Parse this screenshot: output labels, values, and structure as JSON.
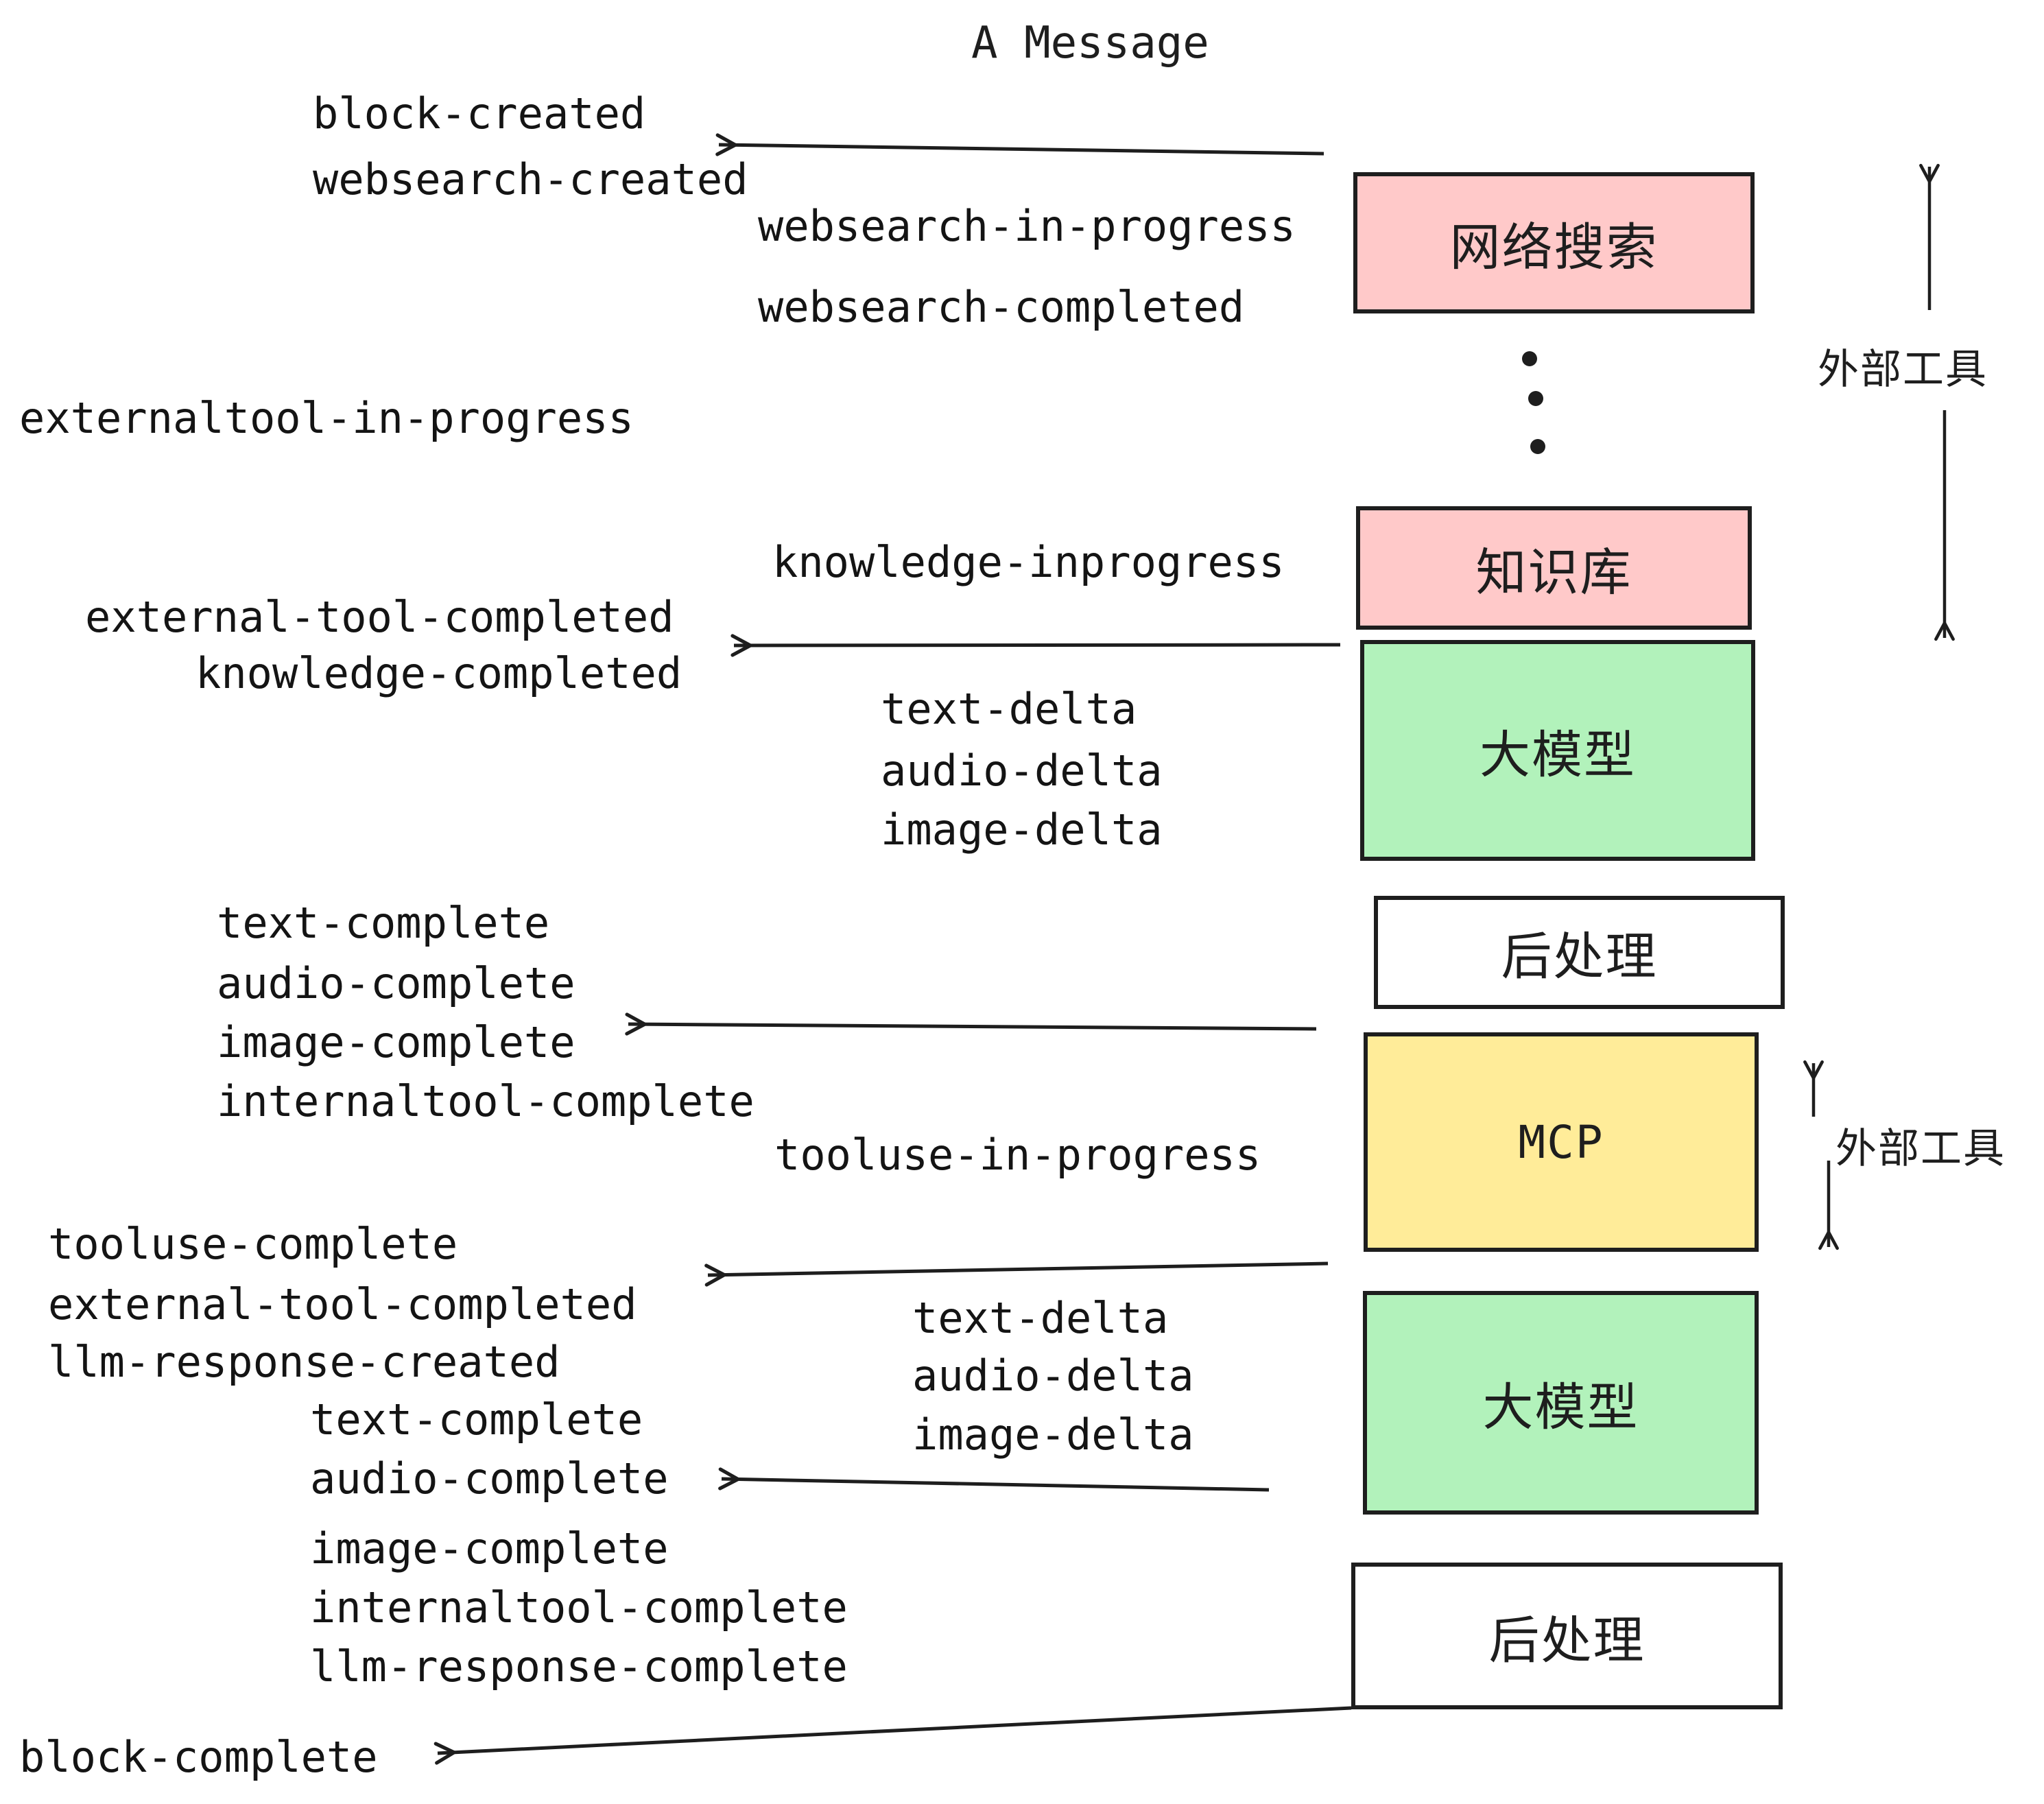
{
  "title": "A Message",
  "colors": {
    "box_pink": "#ffc9c9",
    "box_green": "#b2f2bb",
    "box_yellow": "#ffec99",
    "box_white": "#ffffff",
    "ink": "#1e1e1e"
  },
  "boxes": [
    {
      "id": "websearch",
      "label": "网络搜索",
      "color": "#ffc9c9"
    },
    {
      "id": "knowledge-base",
      "label": "知识库",
      "color": "#ffc9c9"
    },
    {
      "id": "llm-top",
      "label": "大模型",
      "color": "#b2f2bb"
    },
    {
      "id": "postprocess-top",
      "label": "后处理",
      "color": "#ffffff"
    },
    {
      "id": "mcp",
      "label": "MCP",
      "color": "#ffec99"
    },
    {
      "id": "llm-bottom",
      "label": "大模型",
      "color": "#b2f2bb"
    },
    {
      "id": "postprocess-bottom",
      "label": "后处理",
      "color": "#ffffff"
    }
  ],
  "events": [
    {
      "label": "block-created"
    },
    {
      "label": "websearch-created"
    },
    {
      "label": "websearch-in-progress"
    },
    {
      "label": "websearch-completed"
    },
    {
      "label": "externaltool-in-progress"
    },
    {
      "label": "knowledge-inprogress"
    },
    {
      "label": "external-tool-completed"
    },
    {
      "label": "knowledge-completed"
    },
    {
      "label": "text-delta"
    },
    {
      "label": "audio-delta"
    },
    {
      "label": "image-delta"
    },
    {
      "label": "text-complete"
    },
    {
      "label": "audio-complete"
    },
    {
      "label": "image-complete"
    },
    {
      "label": "internaltool-complete"
    },
    {
      "label": "tooluse-in-progress"
    },
    {
      "label": "tooluse-complete"
    },
    {
      "label": "external-tool-completed"
    },
    {
      "label": "llm-response-created"
    },
    {
      "label": "text-complete"
    },
    {
      "label": "text-delta"
    },
    {
      "label": "audio-delta"
    },
    {
      "label": "image-delta"
    },
    {
      "label": "audio-complete"
    },
    {
      "label": "image-complete"
    },
    {
      "label": "internaltool-complete"
    },
    {
      "label": "llm-response-complete"
    },
    {
      "label": "block-complete"
    }
  ],
  "annotations": {
    "external_tools_top": "外部工具",
    "external_tools_mcp": "外部工具"
  },
  "arrows": [
    {
      "from": "websearch-box",
      "to": "block-created / websearch-created",
      "direction": "left"
    },
    {
      "from": "knowledge-box / llm-top boundary",
      "to": "knowledge-completed",
      "direction": "left"
    },
    {
      "from": "postprocess-top / mcp boundary",
      "to": "image-complete",
      "direction": "left"
    },
    {
      "from": "mcp-box bottom",
      "to": "external-tool-completed",
      "direction": "left"
    },
    {
      "from": "llm-bottom box bottom",
      "to": "audio-complete",
      "direction": "left"
    },
    {
      "from": "postprocess-bottom corner",
      "to": "block-complete",
      "direction": "left-down"
    },
    {
      "from": "websearch region",
      "to": "up",
      "direction": "up"
    },
    {
      "from": "knowledge region",
      "to": "down",
      "direction": "down"
    },
    {
      "from": "mcp region",
      "to": "up",
      "direction": "up"
    },
    {
      "from": "mcp region",
      "to": "down",
      "direction": "down"
    }
  ]
}
